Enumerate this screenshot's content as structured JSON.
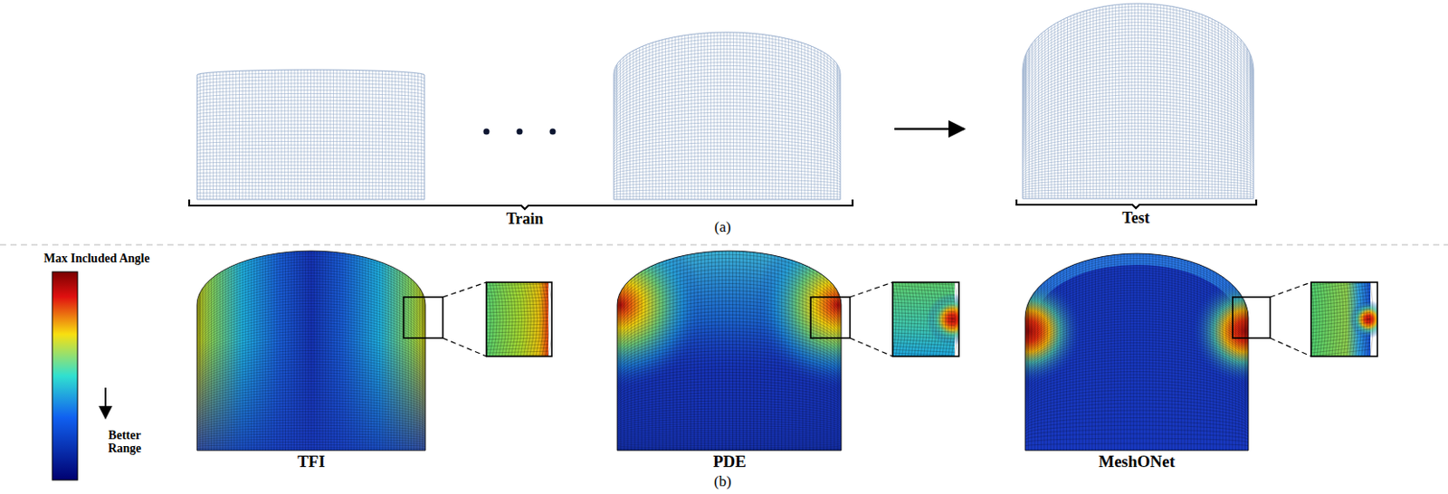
{
  "diagram": {
    "labels": [
      "Train",
      "(a)",
      "Test",
      "Max Included Angle",
      "Better Range",
      "TFI",
      "PDE",
      "MeshONet",
      "(b)"
    ]
  }
}
